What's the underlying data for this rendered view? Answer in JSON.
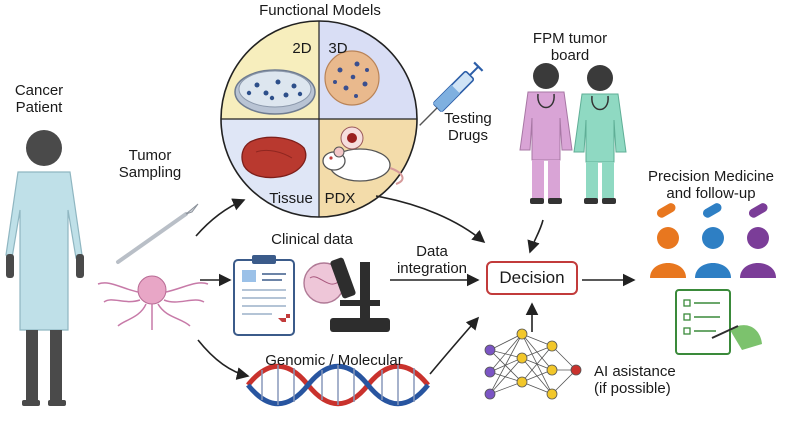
{
  "labels": {
    "functional_models": "Functional Models",
    "quad_2d": "2D",
    "quad_3d": "3D",
    "quad_tissue": "Tissue",
    "quad_pdx": "PDX",
    "testing_drugs_1": "Testing",
    "testing_drugs_2": "Drugs",
    "fpm_board_1": "FPM tumor",
    "fpm_board_2": "board",
    "cancer_patient_1": "Cancer",
    "cancer_patient_2": "Patient",
    "tumor_sampling_1": "Tumor",
    "tumor_sampling_2": "Sampling",
    "clinical_data": "Clinical data",
    "data_integration_1": "Data",
    "data_integration_2": "integration",
    "decision": "Decision",
    "precision_1": "Precision Medicine",
    "precision_2": "and follow-up",
    "genomic": "Genomic / Molecular",
    "ai_1": "AI asistance",
    "ai_2": "(if possible)"
  },
  "colors": {
    "quad_2d": "#f7eebd",
    "quad_3d": "#d9def5",
    "quad_tissue": "#dfe6f6",
    "quad_pdx": "#f3dcaa",
    "doctor_pink": "#d9a4d6",
    "doctor_teal": "#8fd9c2",
    "gown": "#bfe0e8",
    "decision_border": "#c23b3b",
    "person_orange": "#e8771f",
    "person_blue": "#2e7fc4",
    "person_purple": "#7b3d98",
    "dna_red": "#c9322d",
    "dna_blue": "#2855a0",
    "ai_node_purple": "#7b55c4",
    "ai_node_yellow": "#f2c72a",
    "ai_node_red": "#c9322d"
  },
  "icons": [
    "patient-figure",
    "scalpel-icon",
    "tumor-icon",
    "petri-dish-icon",
    "spheroid-icon",
    "tissue-icon",
    "mouse-icon",
    "syringe-icon",
    "doctor-icon",
    "clipboard-icon",
    "microscope-icon",
    "dna-icon",
    "neural-network-icon",
    "pill-icon",
    "person-icon",
    "checklist-icon"
  ]
}
